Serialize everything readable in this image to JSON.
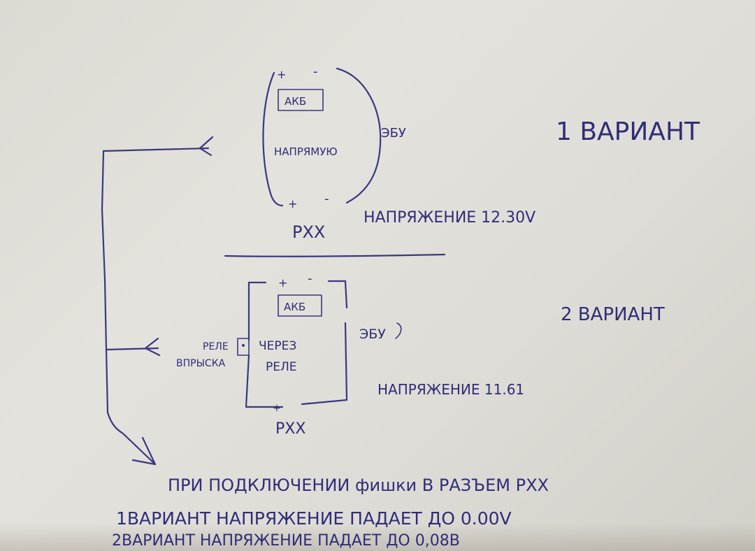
{
  "diagram": {
    "variant1": {
      "title": "1 ВАРИАНТ",
      "battery_label": "АКБ",
      "mode_label": "НАПРЯМУЮ",
      "ecu_label": "ЭБУ",
      "plus_top": "+",
      "minus_top": "-",
      "plus_bottom": "+",
      "minus_bottom": "-",
      "rxx_label": "РХХ",
      "voltage_text": "НАПРЯЖЕНИЕ 12.30V"
    },
    "variant2": {
      "title": "2 ВАРИАНТ",
      "battery_label": "АКБ",
      "mode_label_line1": "ЧЕРЕЗ",
      "mode_label_line2": "РЕЛЕ",
      "ecu_label": "ЭБУ",
      "relay_label_line1": "РЕЛЕ",
      "relay_label_line2": "ВПРЫСКА",
      "plus_top": "+",
      "minus_top": "-",
      "plus_bottom": "+",
      "minus_bottom": "-",
      "rxx_label": "РХХ",
      "voltage_text": "НАПРЯЖЕНИЕ 11.61"
    },
    "notes": {
      "line1": "ПРИ ПОДКЛЮЧЕНИИ фишки В РАЗЪЕМ РХХ",
      "line2": "1ВАРИАНТ НАПРЯЖЕНИЕ ПАДАЕТ ДО 0.00V",
      "line3": "2ВАРИАНТ НАПРЯЖЕНИЕ ПАДАЕТ ДО 0,08В"
    },
    "ink_color": "#3a3880"
  }
}
